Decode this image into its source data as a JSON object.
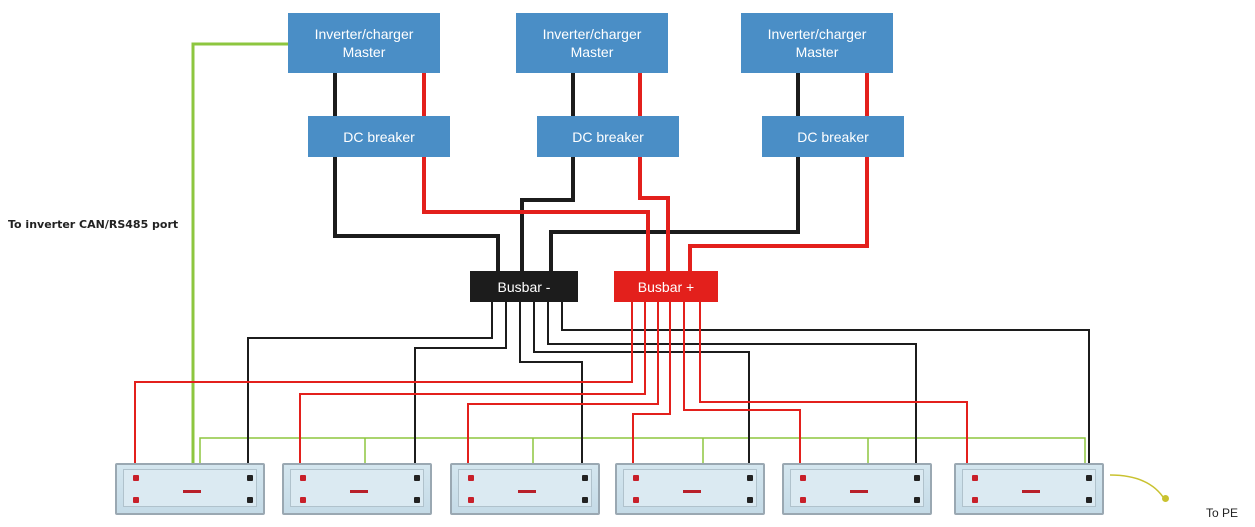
{
  "inverters": [
    {
      "line1": "Inverter/charger",
      "line2": "Master"
    },
    {
      "line1": "Inverter/charger",
      "line2": "Master"
    },
    {
      "line1": "Inverter/charger",
      "line2": "Master"
    }
  ],
  "breakers": [
    {
      "label": "DC breaker"
    },
    {
      "label": "DC breaker"
    },
    {
      "label": "DC breaker"
    }
  ],
  "busbar_negative": {
    "label": "Busbar -"
  },
  "busbar_positive": {
    "label": "Busbar +"
  },
  "labels": {
    "can_port": "To inverter CAN/RS485 port",
    "pe": "To PE"
  },
  "batteries": {
    "count": 6
  },
  "colors": {
    "box": "#4a8ec6",
    "negative": "#1c1c1c",
    "positive": "#e3201c",
    "comm": "#8dc63f"
  }
}
